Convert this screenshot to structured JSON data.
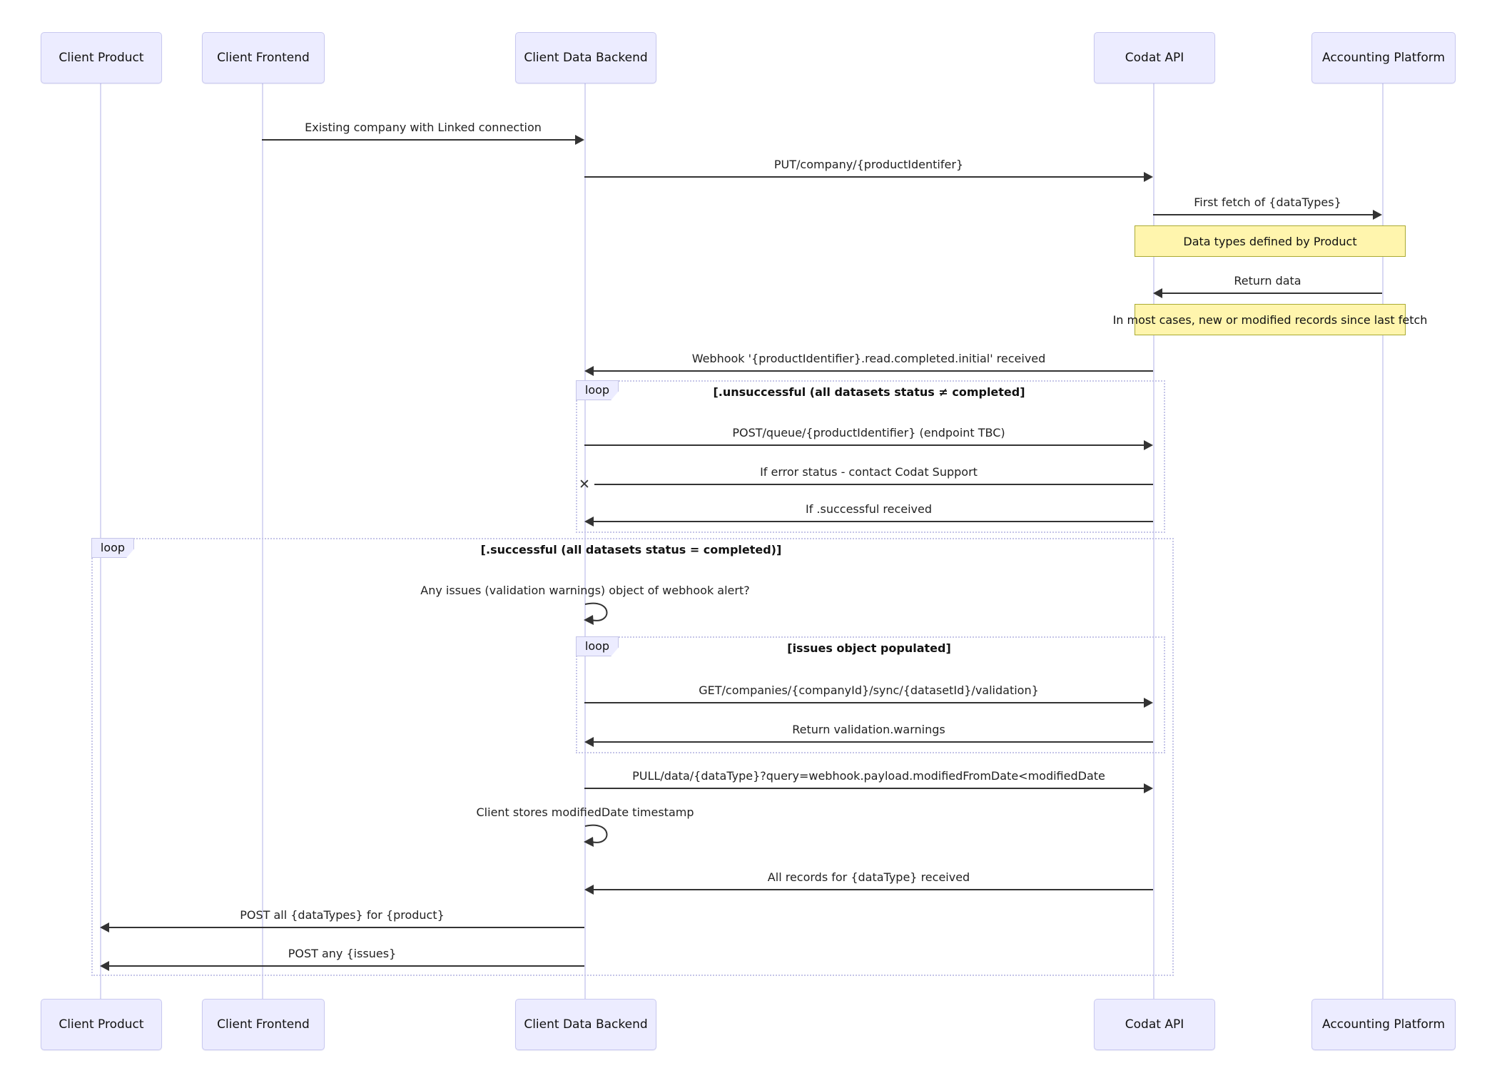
{
  "participants": [
    {
      "name": "Client Product"
    },
    {
      "name": "Client Frontend"
    },
    {
      "name": "Client Data Backend"
    },
    {
      "name": "Codat API"
    },
    {
      "name": "Accounting Platform"
    }
  ],
  "messages": {
    "m1": "Existing company with Linked connection",
    "m2": "PUT/company/{productIdentifer}",
    "m3": "First fetch of {dataTypes}",
    "m4": "Return data",
    "m5": "Webhook '{productIdentifier}.read.completed.initial' received",
    "m6": "POST/queue/{productIdentifier} (endpoint TBC)",
    "m7": "If error status - contact Codat Support",
    "m8": "If .successful received",
    "m9": "GET/companies/{companyId}/sync/{datasetId}/validation}",
    "m10": "Return validation.warnings",
    "m11": "PULL/data/{dataType}?query=webhook.payload.modifiedFromDate<modifiedDate",
    "m12": "All records for {dataType} received",
    "m13": "POST all {dataTypes} for {product}",
    "m14": "POST any {issues}"
  },
  "self_messages": {
    "s1": "Any issues (validation warnings) object of webhook alert?",
    "s2": "Client stores modifiedDate timestamp"
  },
  "notes": {
    "n1": "Data types defined by Product",
    "n2": "In most cases, new or modified records since last fetch"
  },
  "loops": {
    "l1": {
      "label": "loop",
      "condition": "[.unsuccessful (all datasets status ≠ completed]"
    },
    "l2": {
      "label": "loop",
      "condition": "[.successful (all datasets status = completed)]"
    },
    "l3": {
      "label": "loop",
      "condition": "[issues object populated]"
    }
  },
  "colors": {
    "actor_fill": "#ECECFF",
    "actor_border": "#C9C9F0",
    "lifeline": "#D8D8F3",
    "note_fill": "#FFF5AD",
    "note_border": "#AAAA33",
    "loop_border": "#C5C5E8",
    "arrow": "#333333"
  }
}
